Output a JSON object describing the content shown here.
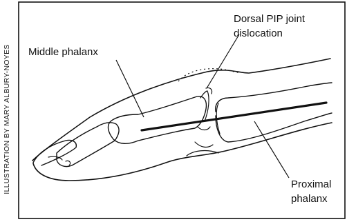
{
  "figure": {
    "credit": "ILLUSTRATION BY MARY ALBURY-NOYES",
    "labels": {
      "middle_phalanx": "Middle phalanx",
      "dislocation_line1": "Dorsal PIP joint",
      "dislocation_line2": "dislocation",
      "proximal_line1": "Proximal",
      "proximal_line2": "phalanx"
    }
  }
}
